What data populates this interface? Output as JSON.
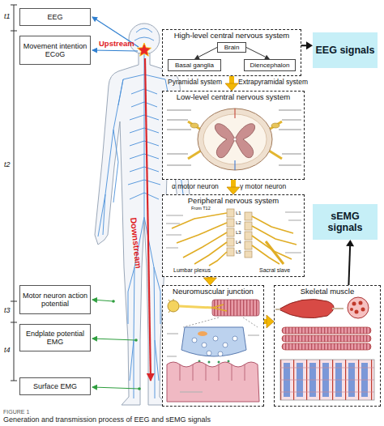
{
  "diagram": {
    "caption": "Generation and transmission process of EEG and sEMG signals",
    "nodes": [
      {
        "text": [
          "EEG"
        ]
      },
      {
        "text": [
          "Movement intention ECoG"
        ]
      },
      {
        "text": [
          "High-level central nervous system"
        ]
      },
      {
        "text": [
          "Brain"
        ],
        "in": 2
      },
      {
        "text": [
          "Basal ganglia"
        ],
        "in": 2
      },
      {
        "text": [
          "Diencephalon"
        ],
        "in": 2
      },
      {
        "text": [
          "EEG signals"
        ]
      },
      {
        "text": [
          "Low-level central nervous system"
        ]
      },
      {
        "text": [
          "Peripheral nervous system"
        ]
      },
      {
        "text": [
          "sEMG signals"
        ]
      },
      {
        "text": [
          "Motor neuron action potential"
        ]
      },
      {
        "text": [
          "Endplate potential EMG"
        ]
      },
      {
        "text": [
          "Neuromuscular junction"
        ]
      },
      {
        "text": [
          "Skeletal muscle"
        ]
      },
      {
        "text": [
          "Surface EMG"
        ]
      }
    ],
    "edges": [
      {
        "from": 3,
        "to": 4,
        "arrow": "to"
      },
      {
        "from": 3,
        "to": 5,
        "arrow": "to"
      },
      {
        "from": 2,
        "to": 6,
        "arrow": "to"
      },
      {
        "from": 2,
        "to": 7,
        "arrow": "to"
      },
      {
        "from": 7,
        "to": 8,
        "arrow": "to"
      },
      {
        "from": 8,
        "to": 12,
        "arrow": "to"
      },
      {
        "from": 12,
        "to": 13,
        "arrow": "to"
      },
      {
        "from": 13,
        "to": 9,
        "arrow": "to"
      }
    ],
    "labels": [
      "t1",
      "t2",
      "t3",
      "t4",
      "Upstream",
      "Downstream",
      "Pyramidal system",
      "Extrapyramidal system",
      "α motor neuron",
      "γ motor neuron",
      "From T12",
      "L1",
      "L2",
      "L3",
      "L4",
      "L5",
      "Lumbar plexus",
      "Sacral slave",
      "FIGURE 1"
    ]
  }
}
